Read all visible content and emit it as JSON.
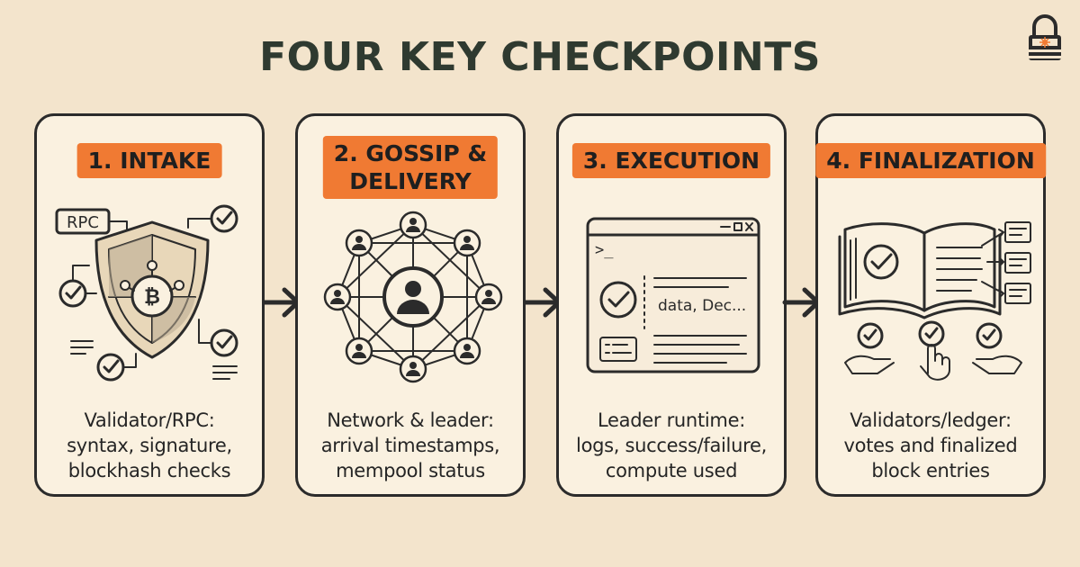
{
  "title": "FOUR KEY CHECKPOINTS",
  "colors": {
    "background": "#f3e4cc",
    "card": "#faf1e0",
    "accent": "#f07a33",
    "ink": "#2b2b2b"
  },
  "steps": [
    {
      "badge_lines": [
        "1. INTAKE"
      ],
      "illustration": "shield-bitcoin-icon",
      "labels": [
        "RPC"
      ],
      "description": [
        "Validator/RPC:",
        "syntax, signature,",
        "blockhash checks"
      ]
    },
    {
      "badge_lines": [
        "2. GOSSIP &",
        "DELIVERY"
      ],
      "illustration": "network-nodes-icon",
      "labels": [],
      "description": [
        "Network & leader:",
        "arrival timestamps,",
        "mempool status"
      ]
    },
    {
      "badge_lines": [
        "3. EXECUTION"
      ],
      "illustration": "terminal-window-icon",
      "labels": [
        ">_",
        "data, Dec..."
      ],
      "description": [
        "Leader runtime:",
        "logs, success/failure,",
        "compute used"
      ]
    },
    {
      "badge_lines": [
        "4. FINALIZATION"
      ],
      "illustration": "ledger-book-votes-icon",
      "labels": [],
      "description": [
        "Validators/ledger:",
        "votes and finalized",
        "block entries"
      ]
    }
  ]
}
